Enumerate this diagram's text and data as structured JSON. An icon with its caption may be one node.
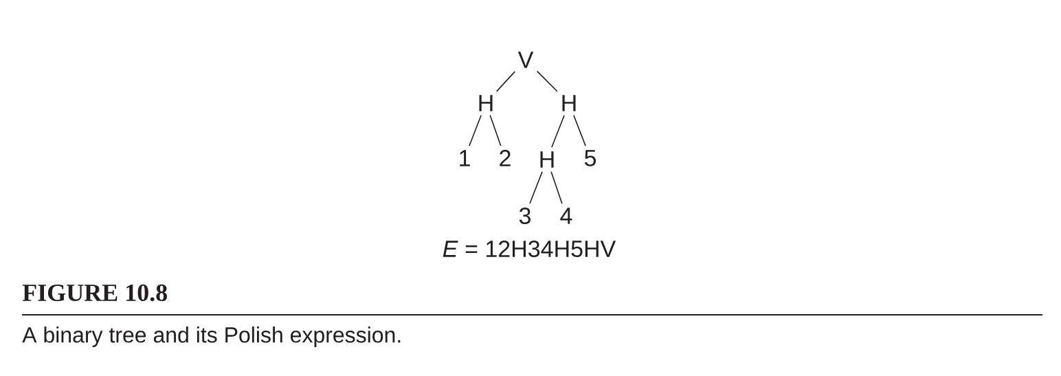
{
  "diagram": {
    "title": "FIGURE 10.8",
    "caption": "A binary tree and its Polish expression.",
    "nodes": [
      {
        "text": [
          "V"
        ]
      },
      {
        "text": [
          "H"
        ]
      },
      {
        "text": [
          "H"
        ]
      },
      {
        "text": [
          "1"
        ]
      },
      {
        "text": [
          "2"
        ]
      },
      {
        "text": [
          "H"
        ]
      },
      {
        "text": [
          "5"
        ]
      },
      {
        "text": [
          "3"
        ]
      },
      {
        "text": [
          "4"
        ]
      }
    ],
    "edges": [
      {
        "from": 0,
        "to": 1,
        "arrow": "none"
      },
      {
        "from": 0,
        "to": 2,
        "arrow": "none"
      },
      {
        "from": 1,
        "to": 3,
        "arrow": "none"
      },
      {
        "from": 1,
        "to": 4,
        "arrow": "none"
      },
      {
        "from": 2,
        "to": 5,
        "arrow": "none"
      },
      {
        "from": 2,
        "to": 6,
        "arrow": "none"
      },
      {
        "from": 5,
        "to": 7,
        "arrow": "none"
      },
      {
        "from": 5,
        "to": 8,
        "arrow": "none"
      }
    ],
    "labels": [
      "*E* = 12H34H5HV"
    ]
  }
}
